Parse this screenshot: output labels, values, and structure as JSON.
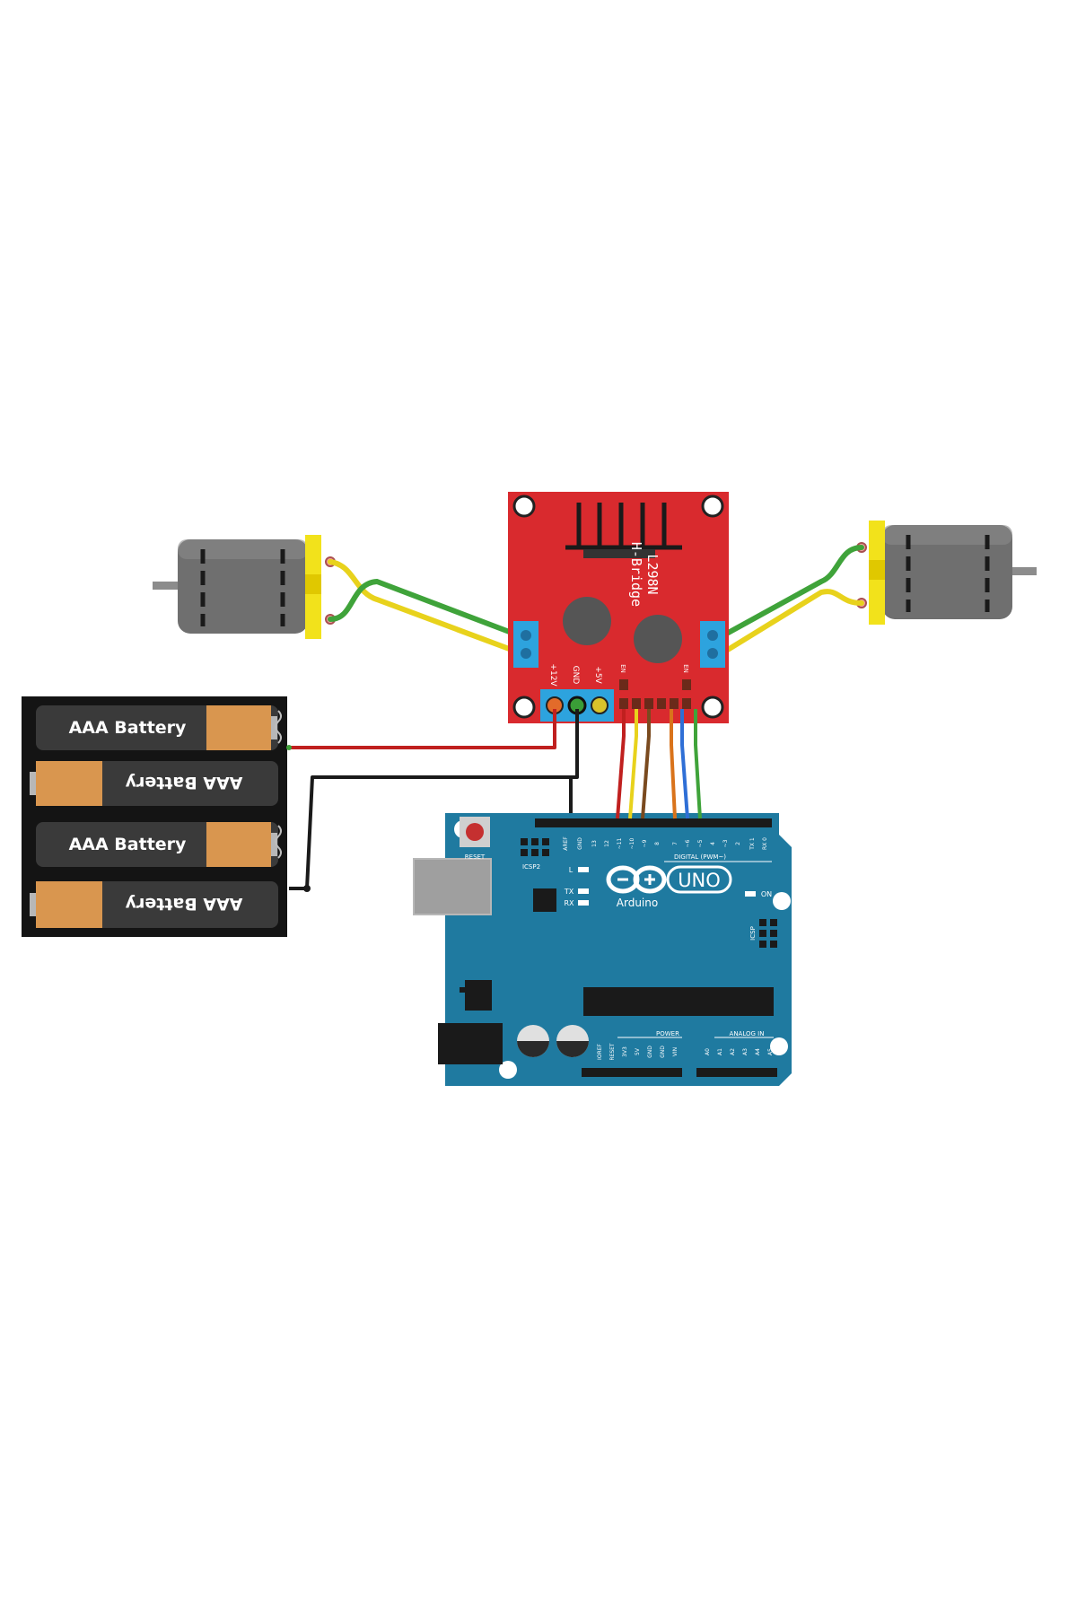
{
  "batteries": {
    "cell_1": "AAA Battery",
    "cell_2": "AAA Battery",
    "cell_3": "AAA Battery",
    "cell_4": "AAA Battery"
  },
  "hbridge": {
    "title_line1": "L298N",
    "title_line2": "H-Bridge",
    "pin_12v": "+12V",
    "pin_gnd": "GND",
    "pin_5v": "+5V",
    "en_a": "EN",
    "en_b": "EN"
  },
  "arduino": {
    "brand": "Arduino",
    "model": "UNO",
    "reset": "RESET",
    "icsp2": "ICSP2",
    "icsp": "ICSP",
    "led_l": "L",
    "led_tx": "TX",
    "led_rx": "RX",
    "led_on": "ON",
    "digital_header": "DIGITAL (PWM~)",
    "power_header": "POWER",
    "analog_header": "ANALOG IN",
    "pin_aref": "AREF",
    "pin_gnd": "GND",
    "pin_13": "13",
    "pin_12": "12",
    "pin_11": "~11",
    "pin_10": "~10",
    "pin_9": "~9",
    "pin_8": "8",
    "pin_7": "7",
    "pin_6": "~6",
    "pin_5": "~5",
    "pin_4": "4",
    "pin_3": "~3",
    "pin_2": "2",
    "pin_tx": "TX 1",
    "pin_rx": "RX 0",
    "pwr_ioref": "IOREF",
    "pwr_reset": "RESET",
    "pwr_33v": "3V3",
    "pwr_5v": "5V",
    "pwr_gnd1": "GND",
    "pwr_gnd2": "GND",
    "pwr_vin": "VIN",
    "a0": "A0",
    "a1": "A1",
    "a2": "A2",
    "a3": "A3",
    "a4": "A4",
    "a5": "A5"
  },
  "colors": {
    "board_red": "#d92a2e",
    "arduino_blue": "#1f7aa0",
    "wire_red": "#c0201f",
    "wire_black": "#1a1a1a",
    "wire_yellow": "#e8d21c",
    "wire_green": "#3fa33a",
    "wire_orange": "#d9731b",
    "wire_brown": "#7a4a1f",
    "wire_blue": "#2f6fd6",
    "motor_grey": "#6b6b6b",
    "motor_yellow": "#f2e21b",
    "battery_copper": "#d9964f"
  }
}
